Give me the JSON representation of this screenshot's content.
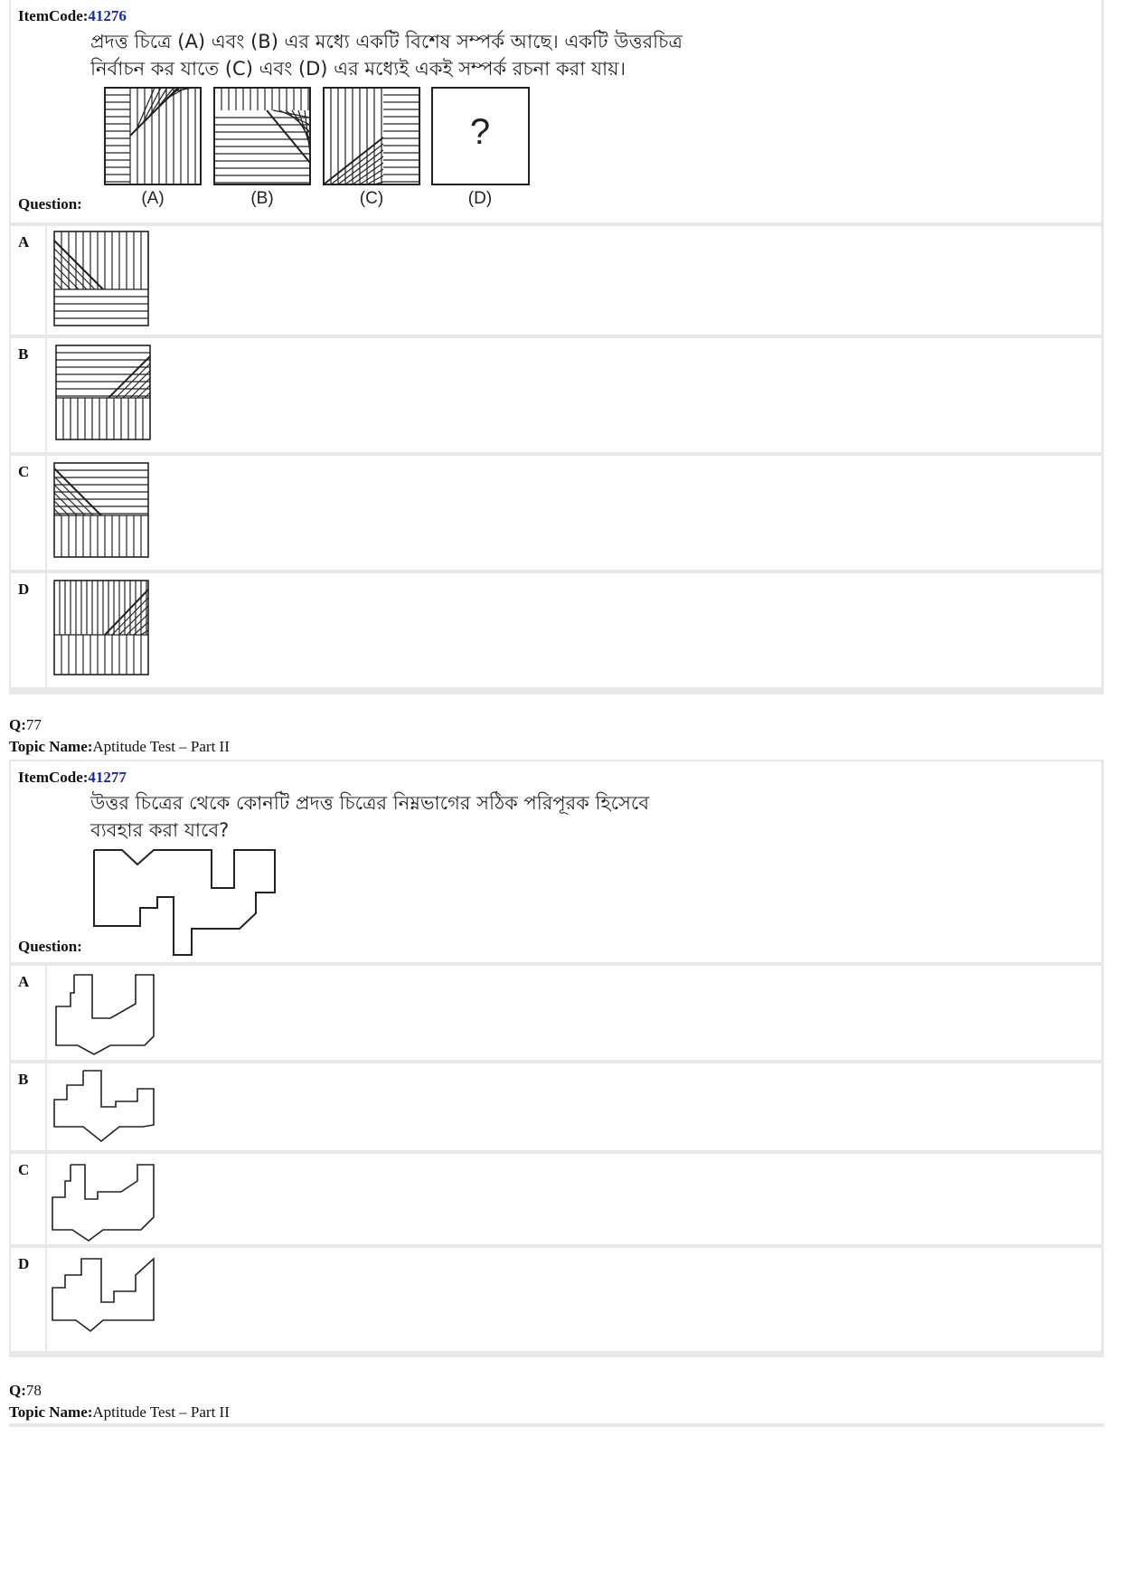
{
  "q76": {
    "item_code_label": "ItemCode:",
    "item_code": "41276",
    "question_line1": "প্রদত্ত চিত্রে (A) এবং (B) এর মধ্যে একটি বিশেষ সম্পর্ক আছে। একটি উত্তরচিত্র",
    "question_line2": "নির্বাচন কর যাতে (C) এবং (D) এর মধ্যেই একই সম্পর্ক রচনা করা যায়।",
    "question_label": "Question:",
    "figure_labels": [
      "(A)",
      "(B)",
      "(C)",
      "(D)"
    ],
    "unknown_mark": "?",
    "options": [
      "A",
      "B",
      "C",
      "D"
    ]
  },
  "q77": {
    "q_label": "Q:",
    "q_number": "77",
    "topic_label": "Topic Name:",
    "topic": "Aptitude Test – Part II",
    "item_code_label": "ItemCode:",
    "item_code": "41277",
    "question_line1": "উত্তর চিত্রের থেকে কোনটি প্রদত্ত চিত্রের নিম্নভাগের সঠিক পরিপূরক হিসেবে",
    "question_line2": "ব্যবহার করা যাবে?",
    "question_label": "Question:",
    "options": [
      "A",
      "B",
      "C",
      "D"
    ]
  },
  "q78": {
    "q_label": "Q:",
    "q_number": "78",
    "topic_label": "Topic Name:",
    "topic": "Aptitude Test – Part II"
  }
}
